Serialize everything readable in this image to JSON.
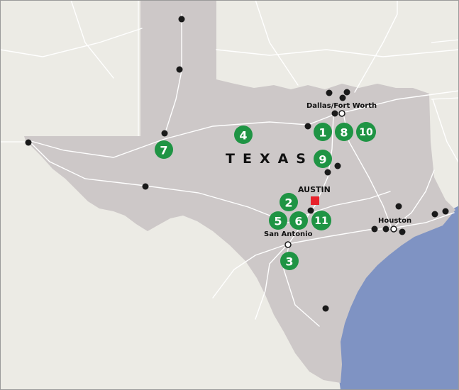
{
  "state_label": "TEXAS",
  "capital": {
    "name": "AUSTIN",
    "color": "#e8212b"
  },
  "cities": [
    {
      "id": "dallas-fort-worth",
      "label": "Dallas/Fort Worth"
    },
    {
      "id": "houston",
      "label": "Houston"
    },
    {
      "id": "san-antonio",
      "label": "San Antonio"
    }
  ],
  "markers": [
    "1",
    "2",
    "3",
    "4",
    "5",
    "6",
    "7",
    "8",
    "9",
    "10",
    "11"
  ],
  "colors": {
    "land_other": "#ecebe5",
    "texas": "#cdc8c8",
    "water": "#7f93c3",
    "road": "#ffffff",
    "marker": "#1f9444",
    "dot": "#1a1a1a",
    "frame": "#9a9a9a"
  }
}
